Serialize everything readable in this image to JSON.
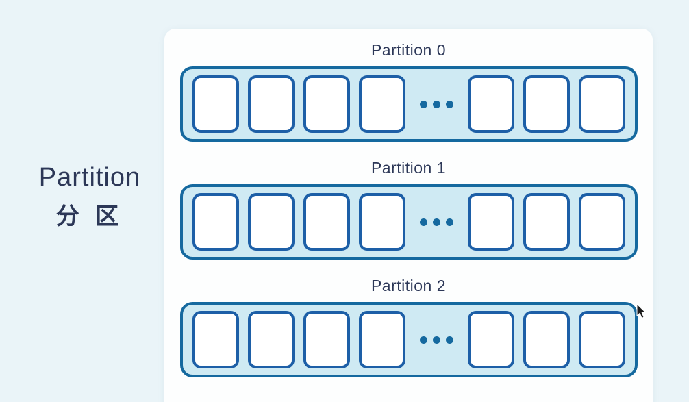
{
  "page": {
    "background_color": "#eaf4f8",
    "panel_background": "#fdfefe"
  },
  "left_label": {
    "title": "Partition",
    "subtitle_zh": "分 区"
  },
  "diagram": {
    "partitions": [
      {
        "label": "Partition 0",
        "left_cells": 4,
        "right_cells": 3,
        "ellipsis_dots": 3
      },
      {
        "label": "Partition 1",
        "left_cells": 4,
        "right_cells": 3,
        "ellipsis_dots": 3
      },
      {
        "label": "Partition 2",
        "left_cells": 4,
        "right_cells": 3,
        "ellipsis_dots": 3
      }
    ],
    "colors": {
      "row_fill": "#cfeaf3",
      "row_border": "#15699f",
      "cell_fill": "#ffffff",
      "cell_border": "#1d5fa7",
      "dot_color": "#15699f",
      "text_color": "#2c3757"
    }
  }
}
